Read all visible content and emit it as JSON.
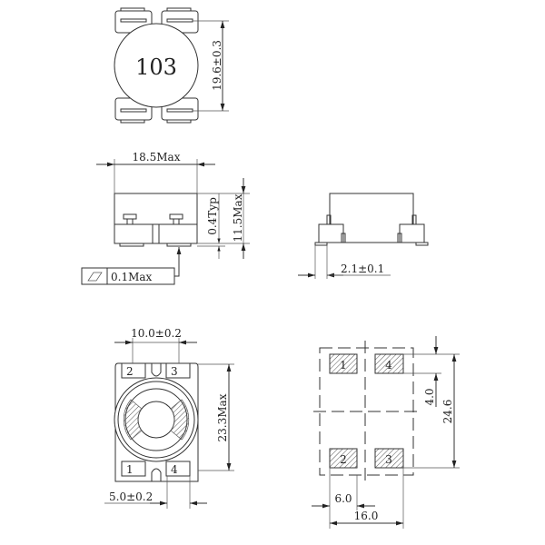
{
  "top_view": {
    "marking": "103",
    "height_dim": "19.6±0.3"
  },
  "side_view": {
    "width_dim": "18.5Max",
    "standoff_dim": "0.4Typ",
    "height_dim": "11.5Max",
    "flatness_tolerance": "0.1Max",
    "flatness_icon": "flatness-icon"
  },
  "end_view": {
    "terminal_dim": "2.1±0.1"
  },
  "bottom_view": {
    "pitch_dim": "10.0±0.2",
    "height_dim": "23.3Max",
    "pad_width_dim": "5.0±0.2",
    "pins": [
      "2",
      "3",
      "1",
      "4"
    ]
  },
  "footprint": {
    "pad_height_dim": "4.0",
    "span_dim": "24.6",
    "gap_dim": "6.0",
    "width_dim": "16.0",
    "pads": [
      "1",
      "4",
      "2",
      "3"
    ]
  }
}
